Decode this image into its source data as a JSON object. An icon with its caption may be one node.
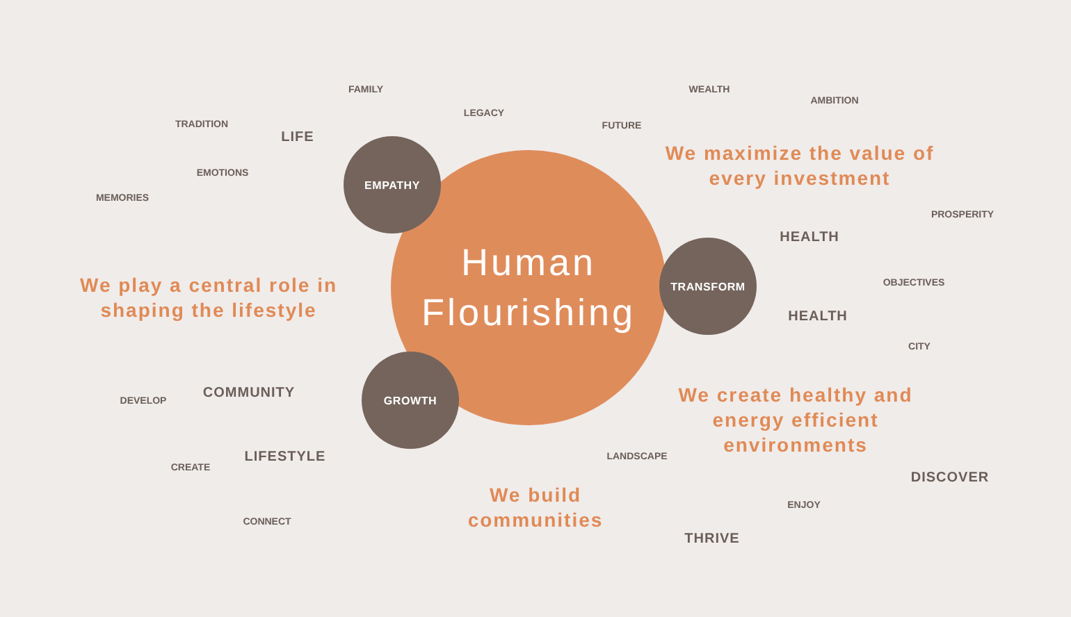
{
  "diagram": {
    "nodes": [
      {
        "text": [
          "EMPATHY"
        ]
      },
      {
        "text": [
          "Human Flourishing"
        ]
      },
      {
        "text": [
          "TRANSFORM"
        ]
      },
      {
        "text": [
          "GROWTH"
        ]
      }
    ],
    "edges": [],
    "labels": [
      "FAMILY",
      "WEALTH",
      "AMBITION",
      "LEGACY",
      "TRADITION",
      "FUTURE",
      "LIFE",
      "We maximize the value of every investment",
      "EMOTIONS",
      "MEMORIES",
      "PROSPERITY",
      "HEALTH",
      "OBJECTIVES",
      "We play a central role in shaping the lifestyle",
      "HEALTH",
      "CITY",
      "COMMUNITY",
      "DEVELOP",
      "We create healthy and energy efficient environments",
      "LIFESTYLE",
      "LANDSCAPE",
      "CREATE",
      "DISCOVER",
      "We build communities",
      "ENJOY",
      "CONNECT",
      "THRIVE"
    ]
  }
}
